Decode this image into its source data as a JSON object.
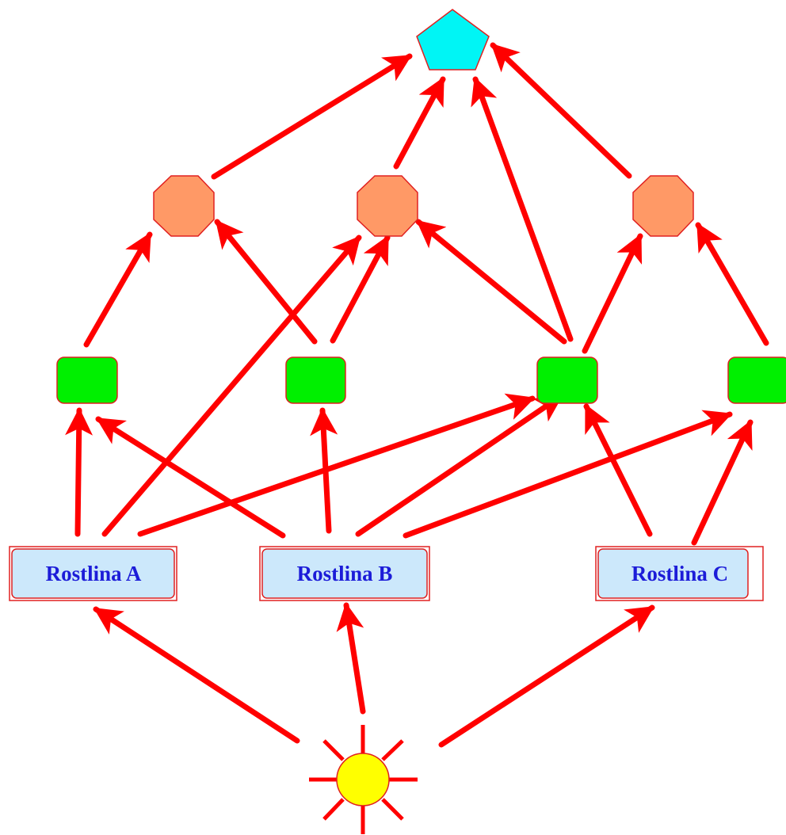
{
  "plants": [
    {
      "id": "A",
      "label": "Rostlina A"
    },
    {
      "id": "B",
      "label": "Rostlina B"
    },
    {
      "id": "C",
      "label": "Rostlina C"
    }
  ],
  "colors": {
    "arrow": "#ff0000",
    "node_outline": "#e02020",
    "plant_fill": "#cce8fb",
    "plant_text": "#1c1cd8",
    "level1_fill": "#00f000",
    "level2_fill": "#ff9966",
    "top_fill": "#00f5f5",
    "sun_fill": "#ffff00"
  },
  "icons": {
    "source": "sun-icon",
    "level1": "rounded-square-icon",
    "level2": "octagon-icon",
    "top": "pentagon-icon"
  }
}
